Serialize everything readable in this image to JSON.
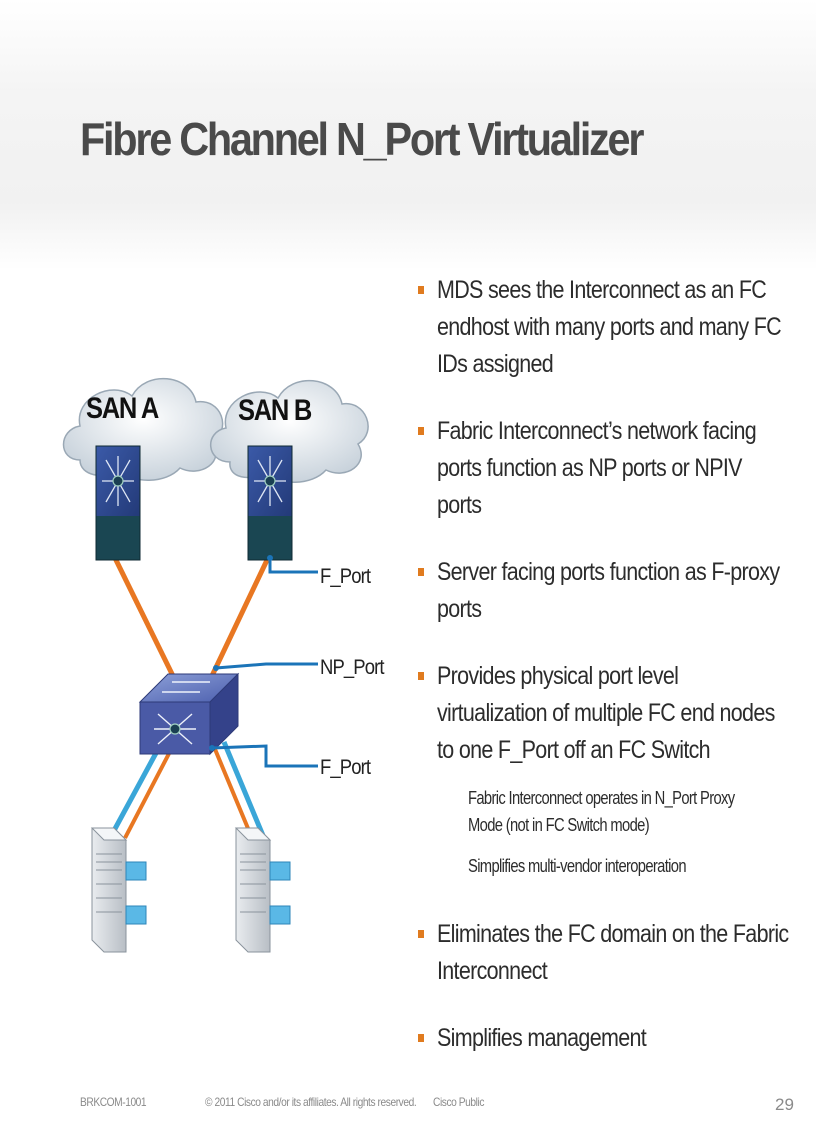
{
  "slide": {
    "title": "Fibre Channel N_Port Virtualizer",
    "page_number": "29"
  },
  "diagram": {
    "san_a": "SAN A",
    "san_b": "SAN B",
    "f_port_top": "F_Port",
    "np_port": "NP_Port",
    "f_port_bottom": "F_Port",
    "colors": {
      "uplink": "#e87722",
      "server_link": "#3aa6d8",
      "port_callout": "#1b74b8",
      "mds_dark": "#1a3f52",
      "mds_face": "#2e4a8c",
      "switch_body": "#4a5aa6"
    }
  },
  "bullets": [
    {
      "text": "MDS sees the Interconnect as an FC endhost with many ports and many FC IDs assigned"
    },
    {
      "text": "Fabric Interconnect’s network facing ports function as NP ports or NPIV ports"
    },
    {
      "text": "Server facing ports function as F-proxy ports"
    },
    {
      "text": "Provides physical port level virtualization of multiple FC end nodes to one F_Port off an FC Switch"
    },
    {
      "text": "Eliminates the FC domain on the Fabric Interconnect"
    },
    {
      "text": "Simplifies management"
    }
  ],
  "sub_bullets": [
    "Fabric Interconnect operates in N_Port Proxy Mode (not in FC Switch mode)",
    "Simplifies multi-vendor interoperation"
  ],
  "footer": {
    "session_code": "BRKCOM-1001",
    "copyright": "© 2011 Cisco and/or its affiliates. All rights reserved.",
    "classification": "Cisco Public"
  },
  "accent_color": "#e07b1f"
}
